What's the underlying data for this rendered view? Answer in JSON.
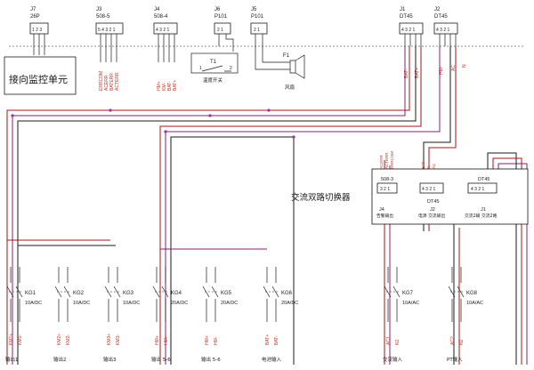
{
  "connectors": {
    "j7": {
      "ref": "J7",
      "type": "26P"
    },
    "j3": {
      "ref": "J3",
      "type": "508-5"
    },
    "j4": {
      "ref": "J4",
      "type": "508-4"
    },
    "j6": {
      "ref": "J6",
      "type": "P101"
    },
    "j5": {
      "ref": "J5",
      "type": "P101"
    },
    "j1": {
      "ref": "J1",
      "type": "DT45"
    },
    "j2": {
      "ref": "J2",
      "type": "DT45"
    }
  },
  "monitor_unit": "接向监控单元",
  "j3_signals": [
    "ERRCOM",
    "ACERR",
    "BATERR",
    "ACTERR"
  ],
  "j4_signals": [
    "HM+",
    "KM-",
    "BAT-",
    "BAT+"
  ],
  "j1_signals": [
    "BAT-",
    "BAT+"
  ],
  "j2_signals": [
    "HM-",
    "AC",
    "N"
  ],
  "temp_switch": {
    "ref": "T1",
    "label": "温度开关",
    "pins": [
      "1",
      "2"
    ]
  },
  "fan": {
    "ref": "F1",
    "label": "风扇"
  },
  "switcher": {
    "title": "交流双路切换器",
    "left_wires": [
      "ACERR",
      "ACTERR",
      "ERRCOM"
    ],
    "mid_wires": [
      "BAT-",
      "N",
      "AC"
    ],
    "sub_connectors": [
      {
        "type": "508-3",
        "ref": "J4",
        "desc": "告警输出"
      },
      {
        "type": "DT45",
        "ref": "J2",
        "desc": "电源  交流输出"
      },
      {
        "type": "DT45",
        "ref": "J1",
        "desc": "交流2输  交流2路"
      }
    ]
  },
  "breakers": [
    {
      "ref": "KG1",
      "rating": "10A/DC",
      "wires": [
        "KM1+",
        "KM1-"
      ],
      "output": "输出1"
    },
    {
      "ref": "KG2",
      "rating": "10A/DC",
      "wires": [
        "KM2+",
        "KM2-"
      ],
      "output": "输出2"
    },
    {
      "ref": "KG3",
      "rating": "10A/DC",
      "wires": [
        "KM3+",
        "KM3-"
      ],
      "output": "输出3"
    },
    {
      "ref": "KG4",
      "rating": "20A/DC",
      "wires": [
        "HM+",
        "HM-"
      ],
      "output": "输出 5-6"
    },
    {
      "ref": "KG5",
      "rating": "20A/DC",
      "wires": [
        "HM+",
        "HM-"
      ],
      "output": "输出 5-6"
    },
    {
      "ref": "KG6",
      "rating": "20A/DC",
      "wires": [
        "BAT+",
        "BAT-"
      ],
      "output": "电池输入"
    },
    {
      "ref": "KG7",
      "rating": "10A/AC",
      "wires": [
        "AC1",
        "N1"
      ],
      "output": "交流输入"
    },
    {
      "ref": "KG8",
      "rating": "10A/AC",
      "wires": [
        "AC2",
        "N2"
      ],
      "output": "PT输入"
    }
  ],
  "colors": {
    "wire_dark": "#1a1a1a",
    "wire_red": "#a01818",
    "wire_purple": "#8a1c6e",
    "node": "#a02ca8",
    "label_red": "#c0392b"
  }
}
